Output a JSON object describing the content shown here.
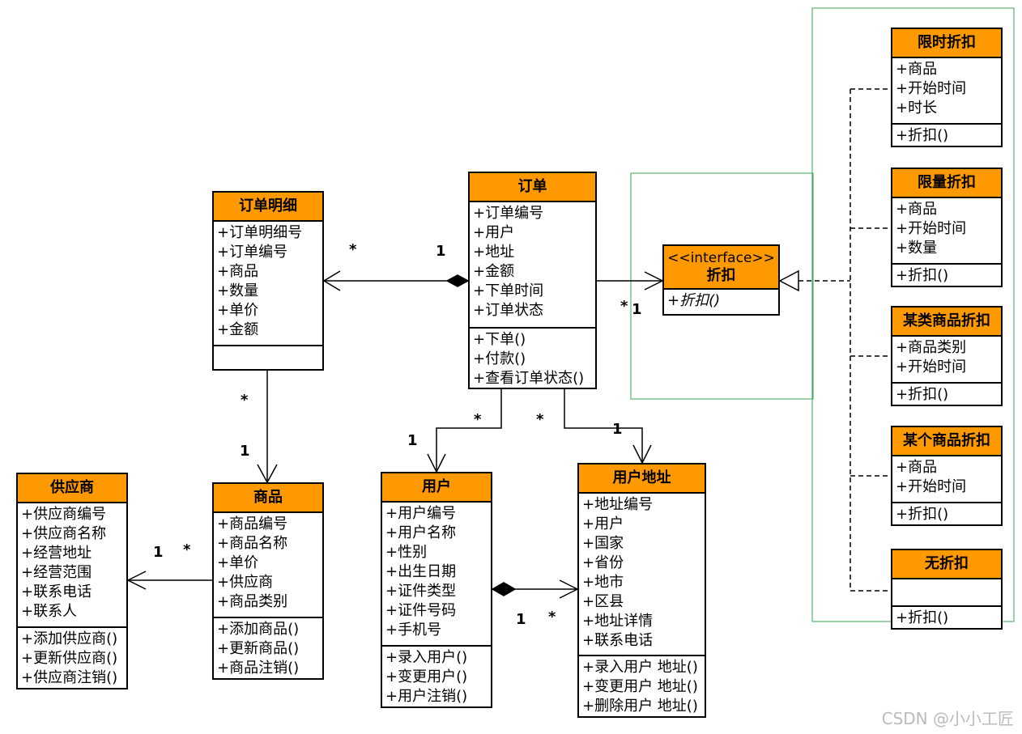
{
  "classes": {
    "order_detail": {
      "name": "订单明细",
      "attributes": [
        "+订单明细号",
        "+订单编号",
        "+商品",
        "+数量",
        "+单价",
        "+金额"
      ],
      "methods": []
    },
    "order": {
      "name": "订单",
      "attributes": [
        "+订单编号",
        "+用户",
        "+地址",
        "+金额",
        "+下单时间",
        "+订单状态"
      ],
      "methods": [
        "+下单()",
        "+付款()",
        "+查看订单状态()"
      ]
    },
    "discount_interface": {
      "stereotype": "<<interface>>",
      "name": "折扣",
      "methods": [
        "+折扣()"
      ]
    },
    "supplier": {
      "name": "供应商",
      "attributes": [
        "+供应商编号",
        "+供应商名称",
        "+经营地址",
        "+经营范围",
        "+联系电话",
        "+联系人"
      ],
      "methods": [
        "+添加供应商()",
        "+更新供应商()",
        "+供应商注销()"
      ]
    },
    "product": {
      "name": "商品",
      "attributes": [
        "+商品编号",
        "+商品名称",
        "+单价",
        "+供应商",
        "+商品类别"
      ],
      "methods": [
        "+添加商品()",
        "+更新商品()",
        "+商品注销()"
      ]
    },
    "user": {
      "name": "用户",
      "attributes": [
        "+用户编号",
        "+用户名称",
        "+性别",
        "+出生日期",
        "+证件类型",
        "+证件号码",
        "+手机号"
      ],
      "methods": [
        "+录入用户()",
        "+变更用户()",
        "+用户注销()"
      ]
    },
    "user_address": {
      "name": "用户地址",
      "attributes": [
        "+地址编号",
        "+用户",
        "+国家",
        "+省份",
        "+地市",
        "+区县",
        "+地址详情",
        "+联系电话"
      ],
      "methods": [
        "+录入用户 地址()",
        "+变更用户 地址()",
        "+删除用户 地址()"
      ]
    },
    "time_discount": {
      "name": "限时折扣",
      "attributes": [
        "+商品",
        "+开始时间",
        "+时长"
      ],
      "methods": [
        "+折扣()"
      ]
    },
    "qty_discount": {
      "name": "限量折扣",
      "attributes": [
        "+商品",
        "+开始时间",
        "+数量"
      ],
      "methods": [
        "+折扣()"
      ]
    },
    "category_discount": {
      "name": "某类商品折扣",
      "attributes": [
        "+商品类别",
        "+开始时间"
      ],
      "methods": [
        "+折扣()"
      ]
    },
    "single_discount": {
      "name": "某个商品折扣",
      "attributes": [
        "+商品",
        "+开始时间"
      ],
      "methods": [
        "+折扣()"
      ]
    },
    "no_discount": {
      "name": "无折扣",
      "attributes": [],
      "methods": [
        "+折扣()"
      ]
    }
  },
  "multiplicities": {
    "detail_star": "*",
    "order_one": "1",
    "discount_star": "*",
    "discount_one": "1",
    "detail_product_star": "*",
    "detail_product_one": "1",
    "supplier_one": "1",
    "supplier_star": "*",
    "order_user_star": "*",
    "order_user_one": "1",
    "order_addr_star": "*",
    "order_addr_one": "1",
    "user_addr_one": "1",
    "user_addr_star": "*"
  },
  "watermark": "CSDN @小小工匠",
  "colors": {
    "header_fill": "#ff9900",
    "frame_green": "#3aa655"
  }
}
